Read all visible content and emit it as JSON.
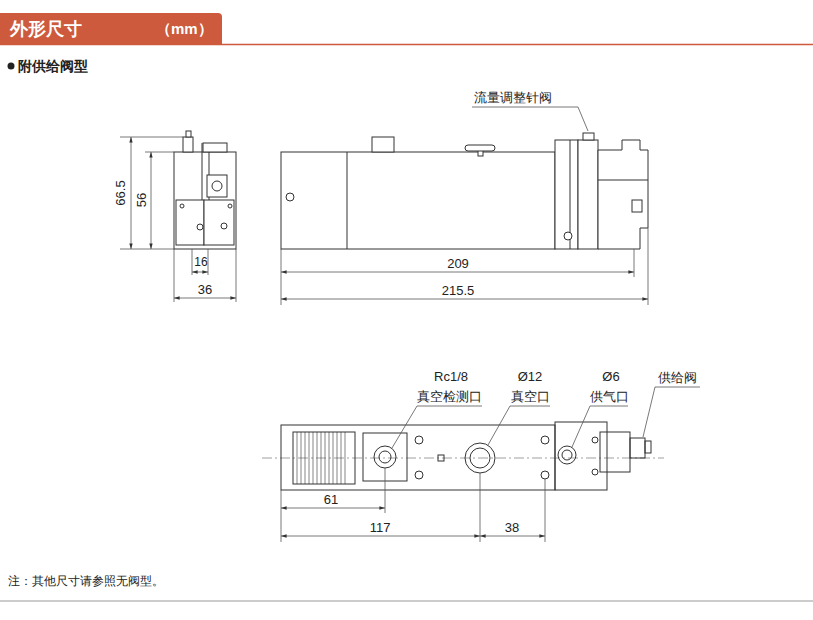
{
  "diagram": {
    "title": "外形尺寸",
    "labels": [
      "（mm）",
      "附供给阀型",
      "流量调整针阀",
      "66.5",
      "56",
      "16",
      "36",
      "209",
      "215.5",
      "Rc1/8",
      "真空检测口",
      "Ø12",
      "真空口",
      "Ø6",
      "供气口",
      "供给阀",
      "61",
      "117",
      "38",
      "注：其他尺寸请参照无阀型。"
    ]
  }
}
